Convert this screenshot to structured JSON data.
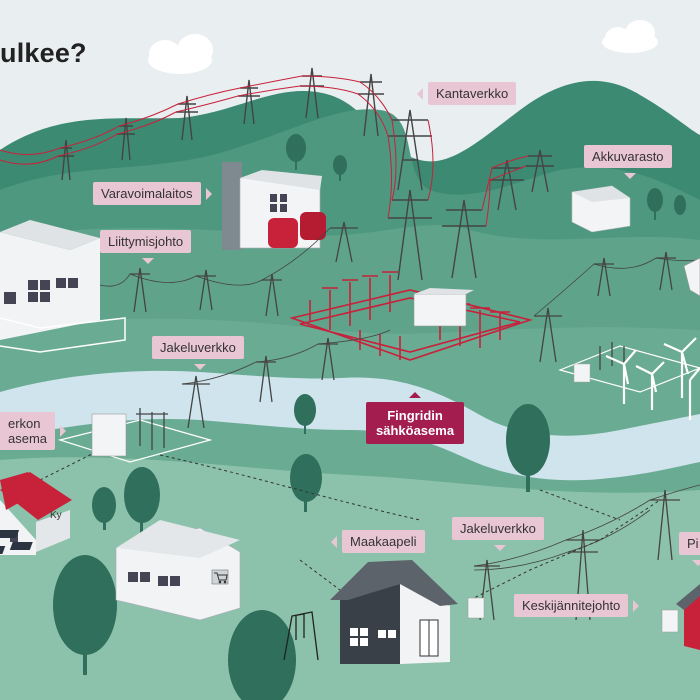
{
  "title": "ulkee?",
  "labels": {
    "kantaverkko": "Kantaverkko",
    "akkuvarasto": "Akkuvarasto",
    "varavoimalaitos": "Varavoimalaitos",
    "liittymisjohto": "Liittymisjohto",
    "jakeluverkko_1": "Jakeluverkko",
    "jakeluverkko_2": "Jakeluverkko",
    "fingrid_line1": "Fingridin",
    "fingrid_line2": "sähköasema",
    "verkon_line1": "erkon",
    "verkon_line2": "asema",
    "maakaapeli": "Maakaapeli",
    "keskijannitejohto": "Keskijännitejohto",
    "pi": "Pi",
    "ky": "Ky"
  },
  "colors": {
    "sky": "#e9eef0",
    "dark_green": "#3d8a72",
    "mid_green": "#5fa38b",
    "light_green": "#8cc2ab",
    "river": "#cfe4ec",
    "pink_label": "#e9c6d3",
    "accent_red": "#c8213a",
    "fingrid_label": "#a31e4f"
  }
}
